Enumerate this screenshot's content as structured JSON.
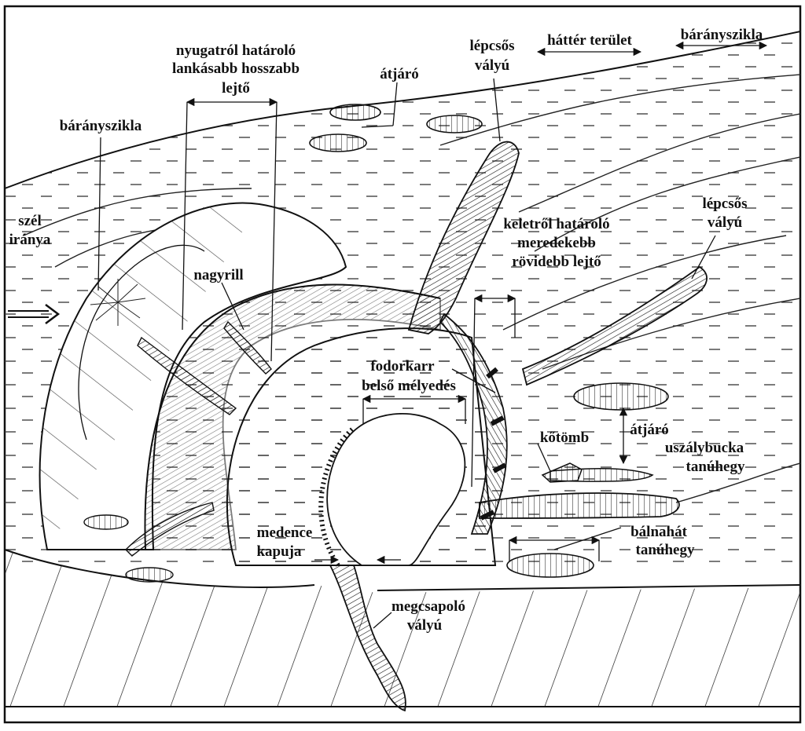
{
  "labels": {
    "west_slope_1": "nyugatról határoló",
    "west_slope_2": "lankásabb hosszabb",
    "west_slope_3": "lejtő",
    "atjaro_top": "átjáró",
    "lepcsos_top_1": "lépcsős",
    "lepcsos_top_2": "vályú",
    "hatter_terulet": "háttér terület",
    "baranyszikla_right": "bárányszikla",
    "baranyszikla_left": "bárányszikla",
    "szel_1": "szél",
    "szel_2": "iránya",
    "nagyrill": "nagyrill",
    "east_slope_1": "keletről határoló",
    "east_slope_2": "meredekebb",
    "east_slope_3": "rövidebb lejtő",
    "lepcsos_right_1": "lépcsős",
    "lepcsos_right_2": "vályú",
    "fodorkarr_1": "fodorkarr",
    "fodorkarr_2": "belső mélyedés",
    "kotomb": "kőtömb",
    "atjaro_right": "átjáró",
    "uszaly_1": "uszálybucka",
    "uszaly_2": "tanúhegy",
    "medence_1": "medence",
    "medence_2": "kapuja",
    "balnahat_1": "bálnahát",
    "balnahat_2": "tanúhegy",
    "megcsapolo_1": "megcsapoló",
    "megcsapolo_2": "vályú"
  }
}
